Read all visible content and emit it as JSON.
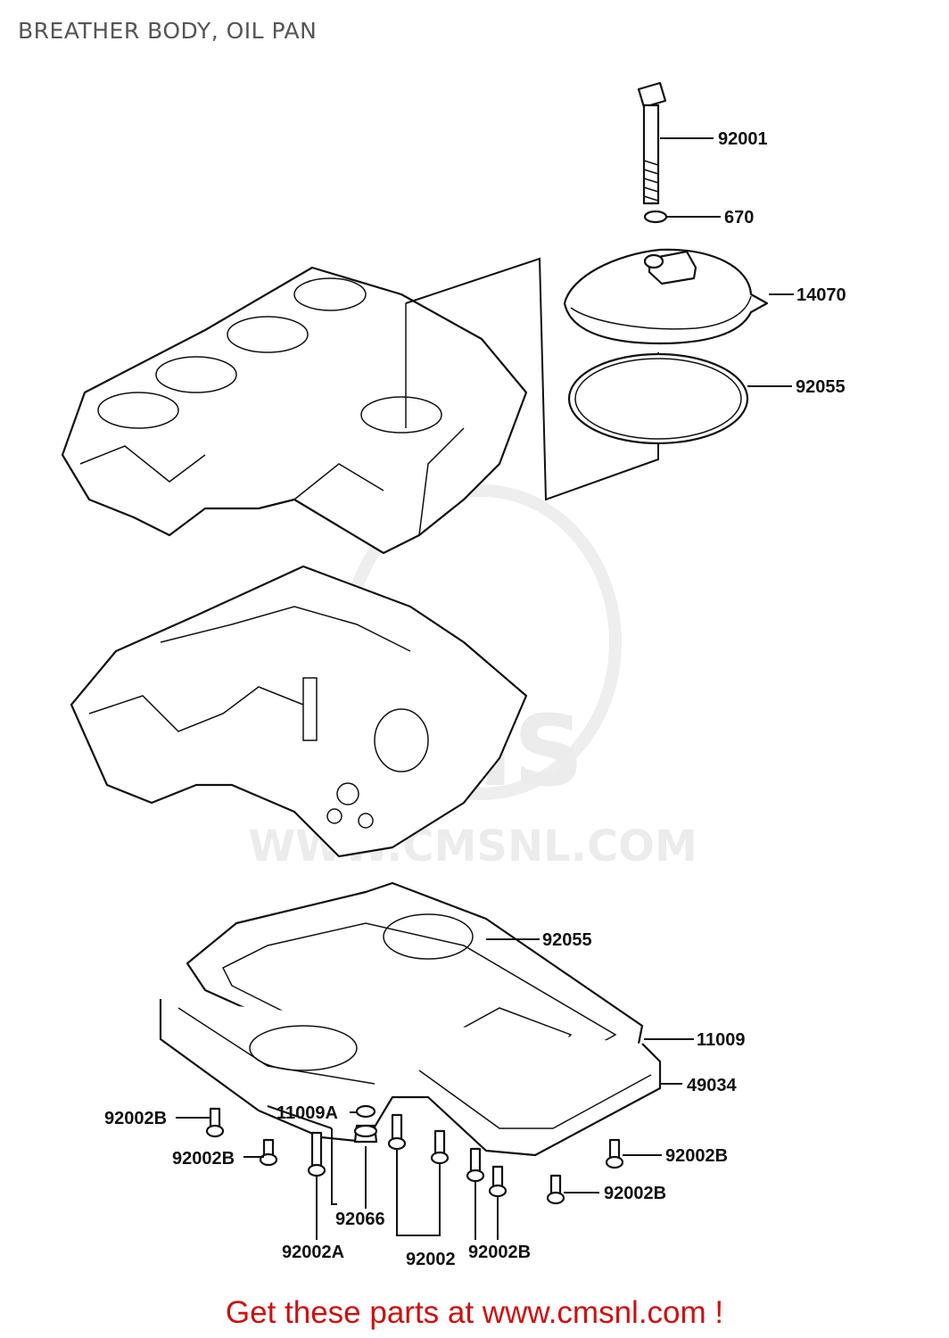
{
  "title": "BREATHER BODY, OIL PAN",
  "watermark": {
    "brand": "CMS",
    "site": "WWW.CMSNL.COM"
  },
  "footer": "Get these parts at www.cmsnl.com !",
  "parts": {
    "p92001": "92001",
    "p670": "670",
    "p14070": "14070",
    "p92055_top": "92055",
    "p92055_mid": "92055",
    "p11009": "11009",
    "p49034": "49034",
    "p11009A": "11009A",
    "p92002B_left_top": "92002B",
    "p92002B_left_bottom": "92002B",
    "p92002B_right_top": "92002B",
    "p92002B_right_bottom": "92002B",
    "p92066": "92066",
    "p92002A": "92002A",
    "p92002": "92002",
    "p92002B_bottom": "92002B"
  }
}
